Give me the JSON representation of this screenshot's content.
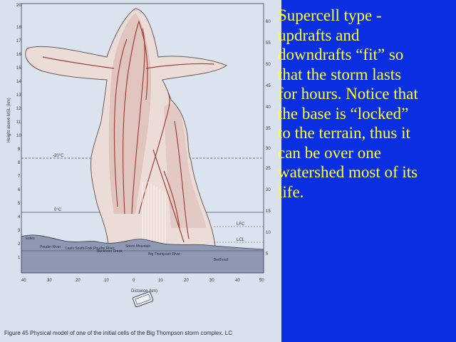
{
  "slide_text": [
    "Supercell type -",
    "updrafts and",
    "downdrafts “fit” so",
    "that the storm  lasts",
    "for hours. Notice that",
    "the base is “locked”",
    "to the terrain, thus it",
    "can be over one",
    "watershed most of its",
    "life."
  ],
  "figure": {
    "caption": "Figure 45  Physical model of one of the initial cells of the Big Thompson storm complex. LC",
    "y_axis_label": "Height above MSL (km)",
    "x_axis_label": "Distance (km)",
    "y_ticks": [
      "20",
      "18",
      "17",
      "16",
      "15",
      "14",
      "13",
      "12",
      "11",
      "10",
      "9",
      "8",
      "7",
      "6",
      "5",
      "4",
      "3",
      "2",
      "1"
    ],
    "x_ticks": [
      "40",
      "30",
      "20",
      "10",
      "0",
      "10",
      "20",
      "30",
      "40",
      "50"
    ],
    "right_ticks": [
      "60",
      "55",
      "50",
      "45",
      "40",
      "35",
      "30",
      "25",
      "20",
      "15",
      "10",
      "5"
    ],
    "isotherm_labels": [
      "-20°C",
      "0°C"
    ],
    "level_labels": [
      "LFC",
      "LCL"
    ],
    "places": [
      "Pouder River",
      "Lasts South Fork Poudre River",
      "Buckhorn Creek",
      "Storm Mountain",
      "Big Thompson River",
      "Berthoud",
      "Estes"
    ]
  },
  "colors": {
    "background": "#0a2fe0",
    "text": "#ffff33",
    "figure_bg": "#d9e1ec",
    "cloud_fill": "#ecdcd8",
    "streamline": "#a0403a",
    "terrain": "#8e98b0"
  }
}
